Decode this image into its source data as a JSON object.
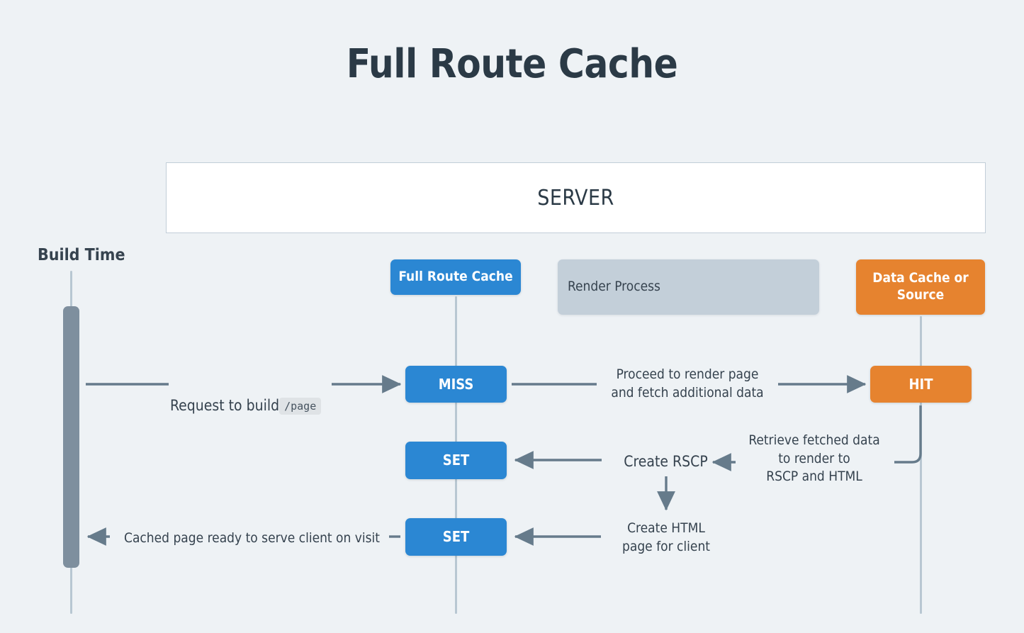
{
  "page": {
    "title": "Full Route Cache",
    "background_color": "#eef2f5"
  },
  "colors": {
    "blue": "#2b87d3",
    "orange": "#e6832f",
    "grey_box": "#c3cfd9",
    "lifeline": "#b8c7d2",
    "activation": "#7e8f9e",
    "arrow": "#667b8b",
    "text": "#35424e",
    "title_text": "#2b3a46"
  },
  "server": {
    "label": "SERVER"
  },
  "timeline": {
    "label": "Build Time"
  },
  "participants": [
    {
      "id": "full-route-cache",
      "label": "Full Route Cache",
      "style": "blue"
    },
    {
      "id": "render-process",
      "label": "Render Process",
      "style": "grey"
    },
    {
      "id": "data-cache-or-source",
      "label": "Data Cache or\nSource",
      "style": "orange"
    }
  ],
  "states": [
    {
      "id": "miss",
      "label": "MISS",
      "style": "blue"
    },
    {
      "id": "hit",
      "label": "HIT",
      "style": "orange"
    },
    {
      "id": "set-1",
      "label": "SET",
      "style": "blue"
    },
    {
      "id": "set-2",
      "label": "SET",
      "style": "blue"
    }
  ],
  "messages": {
    "request_to_build": {
      "text_before": "Request to build",
      "code": "/page"
    },
    "proceed_to_render": "Proceed to render page\nand fetch additional data",
    "create_rscp": "Create RSCP",
    "retrieve_fetched_data": "Retrieve fetched data\nto render to\nRSCP and HTML",
    "create_html": "Create HTML\npage for client",
    "cached_page_ready": "Cached page ready to serve client on visit"
  }
}
